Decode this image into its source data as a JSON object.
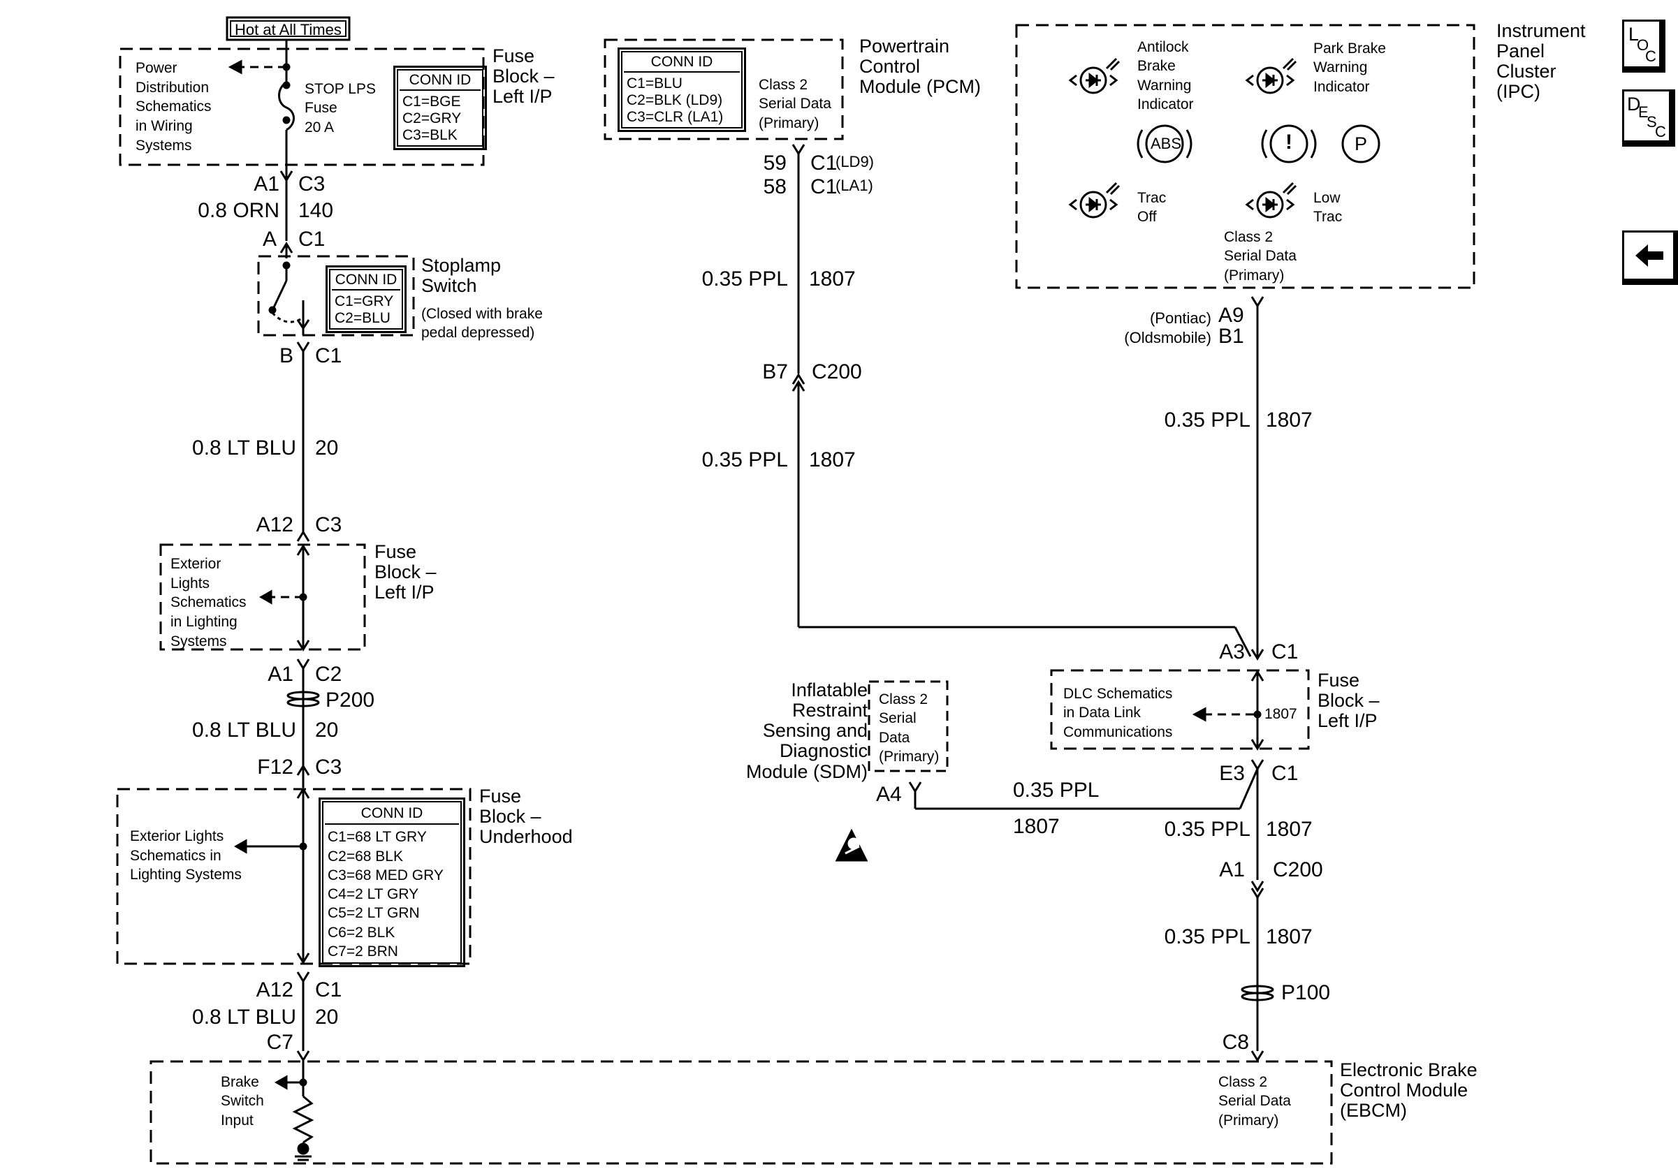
{
  "nav": {
    "loc_icon": "loc-icon",
    "desc_icon": "desc-icon",
    "back_icon": "back-arrow-icon",
    "loc": [
      "L",
      "O",
      "C"
    ],
    "desc": [
      "D",
      "E",
      "S",
      "C"
    ]
  },
  "hot_at_all_times": "Hot at All Times",
  "fuse_block_left_ip_top": {
    "title": [
      "Fuse",
      "Block –",
      "Left I/P"
    ],
    "power_dist": [
      "Power",
      "Distribution",
      "Schematics",
      "in Wiring",
      "Systems"
    ],
    "fuse_label": [
      "STOP LPS",
      "Fuse",
      "20 A"
    ],
    "conn_id": {
      "header": "CONN ID",
      "rows": [
        "C1=BGE",
        "C2=GRY",
        "C3=BLK"
      ]
    }
  },
  "circuit_140": {
    "pin": "A1",
    "conn": "C3",
    "wire": "0.8 ORN",
    "num": "140"
  },
  "stoplamp_switch": {
    "top_pin": "A",
    "top_conn": "C1",
    "title": [
      "Stoplamp",
      "Switch"
    ],
    "note": [
      "(Closed with brake",
      "pedal depressed)"
    ],
    "conn_id": {
      "header": "CONN ID",
      "rows": [
        "C1=GRY",
        "C2=BLU"
      ]
    },
    "bottom_pin": "B",
    "bottom_conn": "C1"
  },
  "circuit_20_a": {
    "wire": "0.8 LT BLU",
    "num": "20",
    "pin": "A12",
    "conn": "C3"
  },
  "fuse_block_left_ip_mid": {
    "title": [
      "Fuse",
      "Block –",
      "Left I/P"
    ],
    "ext_lights": [
      "Exterior",
      "Lights",
      "Schematics",
      "in Lighting",
      "Systems"
    ],
    "bottom_pin": "A1",
    "bottom_conn": "C2"
  },
  "p200": "P200",
  "circuit_20_b": {
    "wire": "0.8 LT BLU",
    "num": "20",
    "pin": "F12",
    "conn": "C3"
  },
  "fuse_block_underhood": {
    "title": [
      "Fuse",
      "Block –",
      "Underhood"
    ],
    "ext_lights": [
      "Exterior Lights",
      "Schematics in",
      "Lighting Systems"
    ],
    "conn_id": {
      "header": "CONN ID",
      "rows": [
        "C1=68 LT GRY",
        "C2=68 BLK",
        "C3=68 MED GRY",
        "C4=2 LT GRY",
        "C5=2 LT GRN",
        "C6=2 BLK",
        "C7=2 BRN"
      ]
    },
    "bottom_pin": "A12",
    "bottom_conn": "C1"
  },
  "circuit_20_c": {
    "wire": "0.8 LT BLU",
    "num": "20",
    "pin": "C7"
  },
  "ebcm": {
    "title": [
      "Electronic Brake",
      "Control Module",
      "(EBCM)"
    ],
    "brake_input": [
      "Brake",
      "Switch",
      "Input"
    ],
    "class2": [
      "Class 2",
      "Serial Data",
      "(Primary)"
    ],
    "pin": "C8"
  },
  "pcm": {
    "title": [
      "Powertrain",
      "Control",
      "Module (PCM)"
    ],
    "conn_id": {
      "header": "CONN ID",
      "rows": [
        "C1=BLU",
        "C2=BLK (LD9)",
        "C3=CLR (LA1)"
      ]
    },
    "class2": [
      "Class 2",
      "Serial Data",
      "(Primary)"
    ],
    "pins": [
      {
        "pin": "59",
        "conn": "C1",
        "variant": "(LD9)"
      },
      {
        "pin": "58",
        "conn": "C1",
        "variant": "(LA1)"
      }
    ]
  },
  "pcm_wire_a": {
    "wire": "0.35 PPL",
    "num": "1807"
  },
  "c200_left": {
    "pin": "B7",
    "conn": "C200"
  },
  "pcm_wire_b": {
    "wire": "0.35 PPL",
    "num": "1807"
  },
  "ipc": {
    "title": [
      "Instrument",
      "Panel",
      "Cluster",
      "(IPC)"
    ],
    "antilock": [
      "Antilock",
      "Brake",
      "Warning",
      "Indicator"
    ],
    "park_brake": [
      "Park Brake",
      "Warning",
      "Indicator"
    ],
    "trac_off": [
      "Trac",
      "Off"
    ],
    "low_trac": [
      "Low",
      "Trac"
    ],
    "abs_symbol": "ABS",
    "excl_symbol": "!",
    "p_symbol": "P",
    "class2": [
      "Class 2",
      "Serial Data",
      "(Primary)"
    ],
    "pins": [
      {
        "variant": "(Pontiac)",
        "pin": "A9"
      },
      {
        "variant": "(Oldsmobile)",
        "pin": "B1"
      }
    ]
  },
  "ipc_wire": {
    "wire": "0.35 PPL",
    "num": "1807"
  },
  "fuse_block_left_ip_right": {
    "top_pin": "A3",
    "top_conn": "C1",
    "title": [
      "Fuse",
      "Block –",
      "Left I/P"
    ],
    "dlc": [
      "DLC Schematics",
      "in Data Link",
      "Communications"
    ],
    "splice_num": "1807",
    "bottom_pin": "E3",
    "bottom_conn": "C1"
  },
  "sdm": {
    "title": [
      "Inflatable",
      "Restraint",
      "Sensing and",
      "Diagnostic",
      "Module (SDM)"
    ],
    "class2": [
      "Class 2",
      "Serial",
      "Data",
      "(Primary)"
    ],
    "pin": "A4",
    "wire": "0.35 PPL",
    "num": "1807",
    "airbag_icon": "airbag-warning-icon"
  },
  "right_wire_a": {
    "wire": "0.35 PPL",
    "num": "1807"
  },
  "c200_right": {
    "pin": "A1",
    "conn": "C200"
  },
  "right_wire_b": {
    "wire": "0.35 PPL",
    "num": "1807"
  },
  "p100": "P100"
}
